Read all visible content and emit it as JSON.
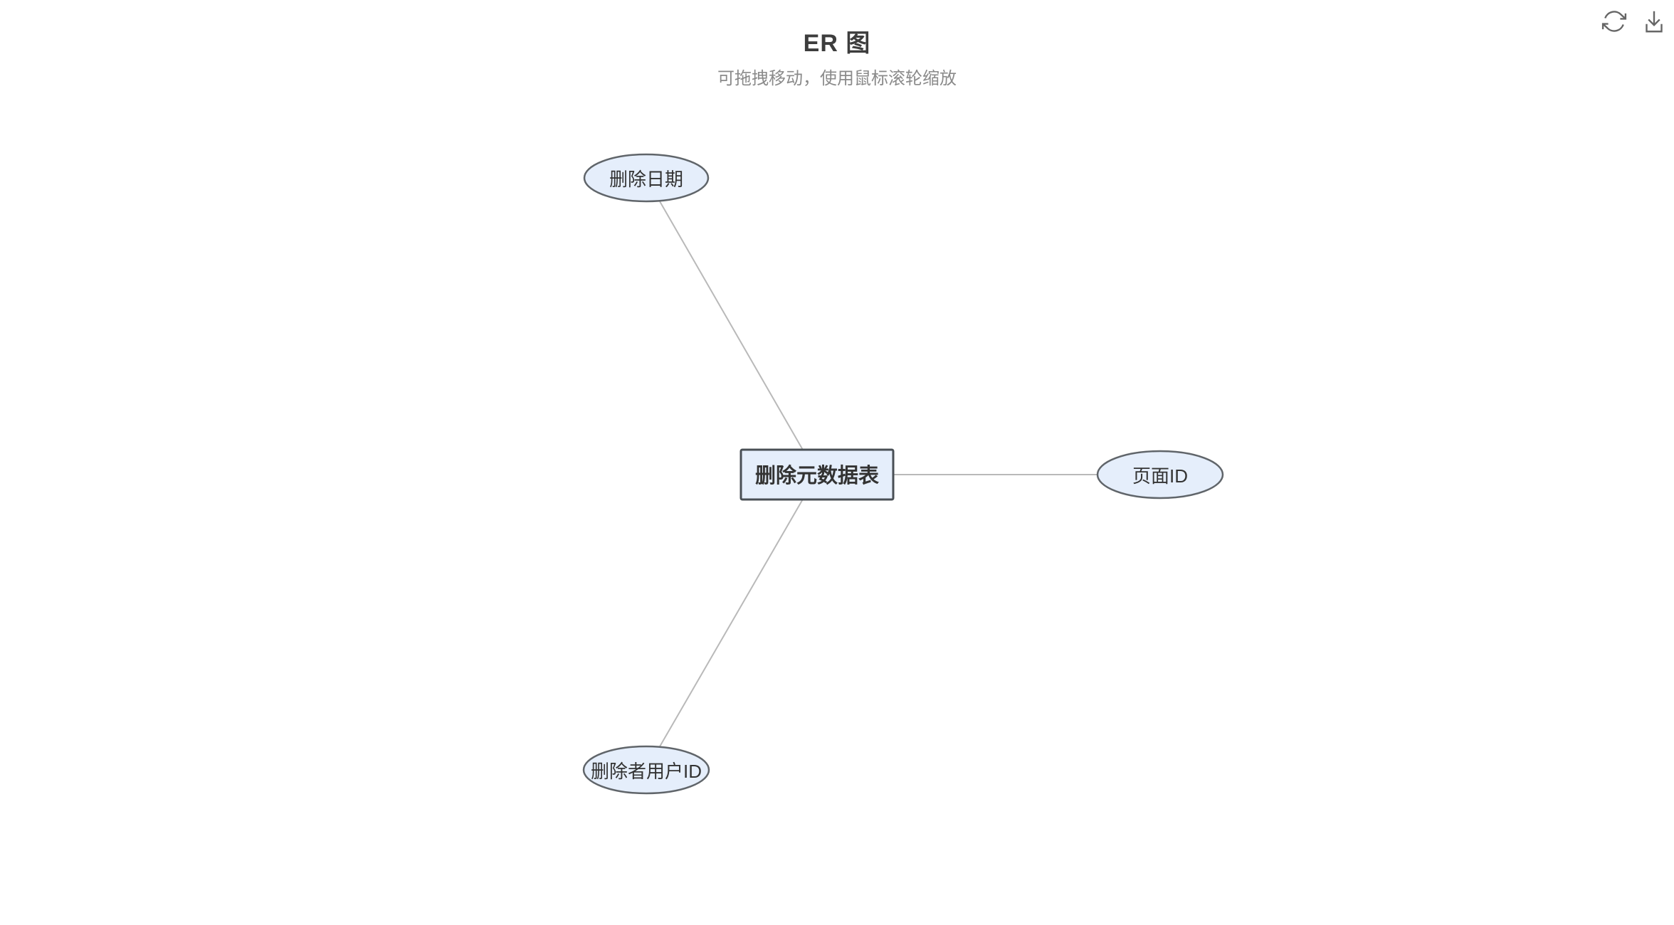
{
  "header": {
    "title": "ER 图",
    "subtitle": "可拖拽移动，使用鼠标滚轮缩放"
  },
  "toolbar": {
    "buttons": [
      {
        "icon": "refresh-icon"
      },
      {
        "icon": "download-icon"
      }
    ]
  },
  "colors": {
    "canvas_bg": "#ffffff",
    "node_fill": "#e5eefb",
    "entity_border": "#494f55",
    "attribute_border": "#60656a",
    "edge": "#b9b9b9",
    "title_text": "#3d3d3d",
    "subtitle_text": "#8a8a8a",
    "label_text": "#333333",
    "icon_stroke": "#666666"
  },
  "diagram": {
    "entity": {
      "label": "删除元数据表",
      "shape": "rectangle"
    },
    "attributes": [
      {
        "label": "删除日期",
        "shape": "ellipse"
      },
      {
        "label": "页面ID",
        "shape": "ellipse"
      },
      {
        "label": "删除者用户ID",
        "shape": "ellipse"
      }
    ],
    "edges": [
      {
        "from": "删除元数据表",
        "to": "删除日期"
      },
      {
        "from": "删除元数据表",
        "to": "页面ID"
      },
      {
        "from": "删除元数据表",
        "to": "删除者用户ID"
      }
    ]
  }
}
